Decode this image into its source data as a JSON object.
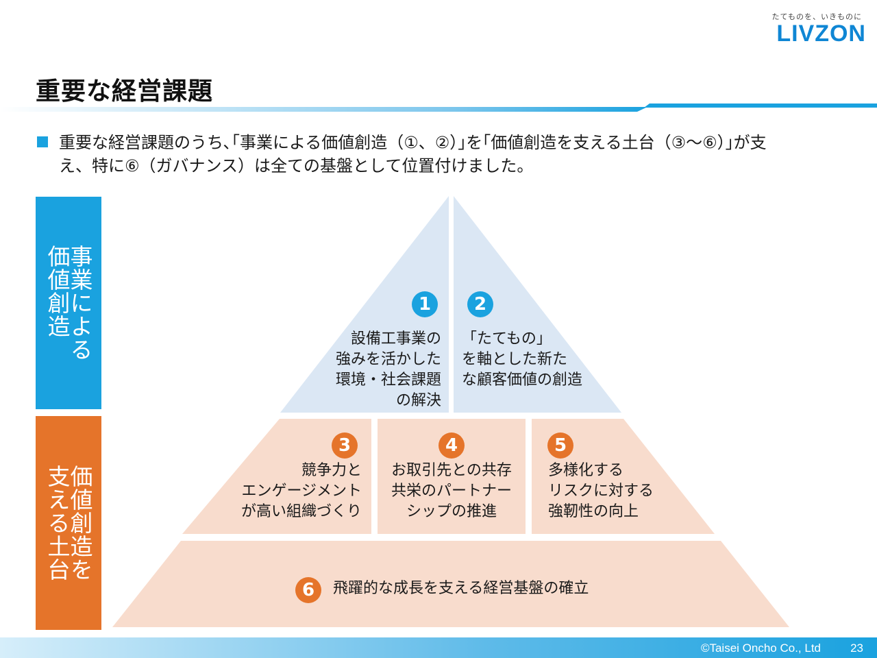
{
  "brand": {
    "tagline": "たてものを、いきものに",
    "logo": "LIVZON"
  },
  "title": "重要な経営課題",
  "intro": "重要な経営課題のうち､｢事業による価値創造（①、②）｣を｢価値創造を支える土台（③～⑥）｣が支え、特に⑥（ガバナンス）は全ての基盤として位置付けました。",
  "side": {
    "top": {
      "line1": "事業による",
      "line2": "価値創造"
    },
    "bottom": {
      "line1": "価値創造を",
      "line2": "支える土台"
    }
  },
  "items": [
    {
      "num": "1",
      "lines": [
        "設備工事業の",
        "強みを活かした",
        "環境・社会課題",
        "の解決"
      ]
    },
    {
      "num": "2",
      "lines": [
        "「たてもの」",
        "を軸とした新た",
        "な顧客価値の創造"
      ]
    },
    {
      "num": "3",
      "lines": [
        "競争力と",
        "エンゲージメント",
        "が高い組織づくり"
      ]
    },
    {
      "num": "4",
      "lines": [
        "お取引先との共存",
        "共栄のパートナー",
        "シップの推進"
      ]
    },
    {
      "num": "5",
      "lines": [
        "多様化する",
        "リスクに対する",
        "強靭性の向上"
      ]
    },
    {
      "num": "6",
      "lines": [
        "飛躍的な成長を支える経営基盤の確立"
      ]
    }
  ],
  "colors": {
    "accent_blue": "#1aa2df",
    "accent_orange": "#e5742a",
    "top_tier_fill": "#dbe7f4",
    "lower_tier_fill": "#f8dccd"
  },
  "footer": {
    "copyright": "©Taisei Oncho Co., Ltd",
    "page": "23"
  }
}
